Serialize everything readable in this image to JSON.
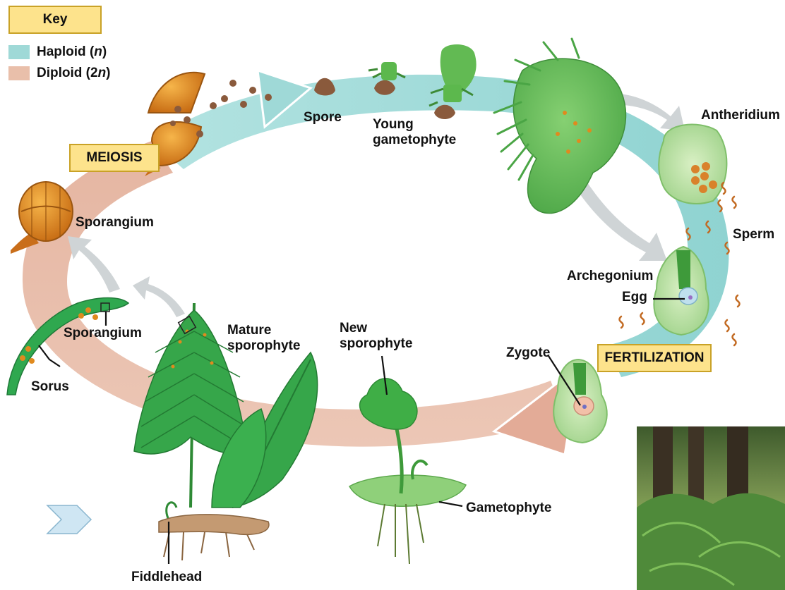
{
  "key": {
    "title": "Key",
    "haploid": {
      "prefix": "Haploid (",
      "symbol": "n",
      "suffix": ")",
      "color": "#9fd9d7"
    },
    "diploid": {
      "prefix": "Diploid (2",
      "symbol": "n",
      "suffix": ")",
      "color": "#e9bfaa"
    }
  },
  "stages": {
    "meiosis": "MEIOSIS",
    "fertilization": "FERTILIZATION"
  },
  "labels": {
    "spore": "Spore",
    "young_gametophyte": "Young\ngametophyte",
    "antheridium": "Antheridium",
    "sperm": "Sperm",
    "archegonium": "Archegonium",
    "egg": "Egg",
    "zygote": "Zygote",
    "new_sporophyte": "New\nsporophyte",
    "gametophyte": "Gametophyte",
    "mature_sporophyte": "Mature\nsporophyte",
    "fiddlehead": "Fiddlehead",
    "sporangium_top": "Sporangium",
    "sporangium_leaf": "Sporangium",
    "sorus": "Sorus"
  },
  "colors": {
    "accent_box": "#fde38c",
    "plant_green": "#2fa84f",
    "gametophyte_green": "#6cc05a",
    "sporangium_orange": "#e08a1e"
  },
  "icons": {
    "nav": "chevron-right-icon"
  }
}
